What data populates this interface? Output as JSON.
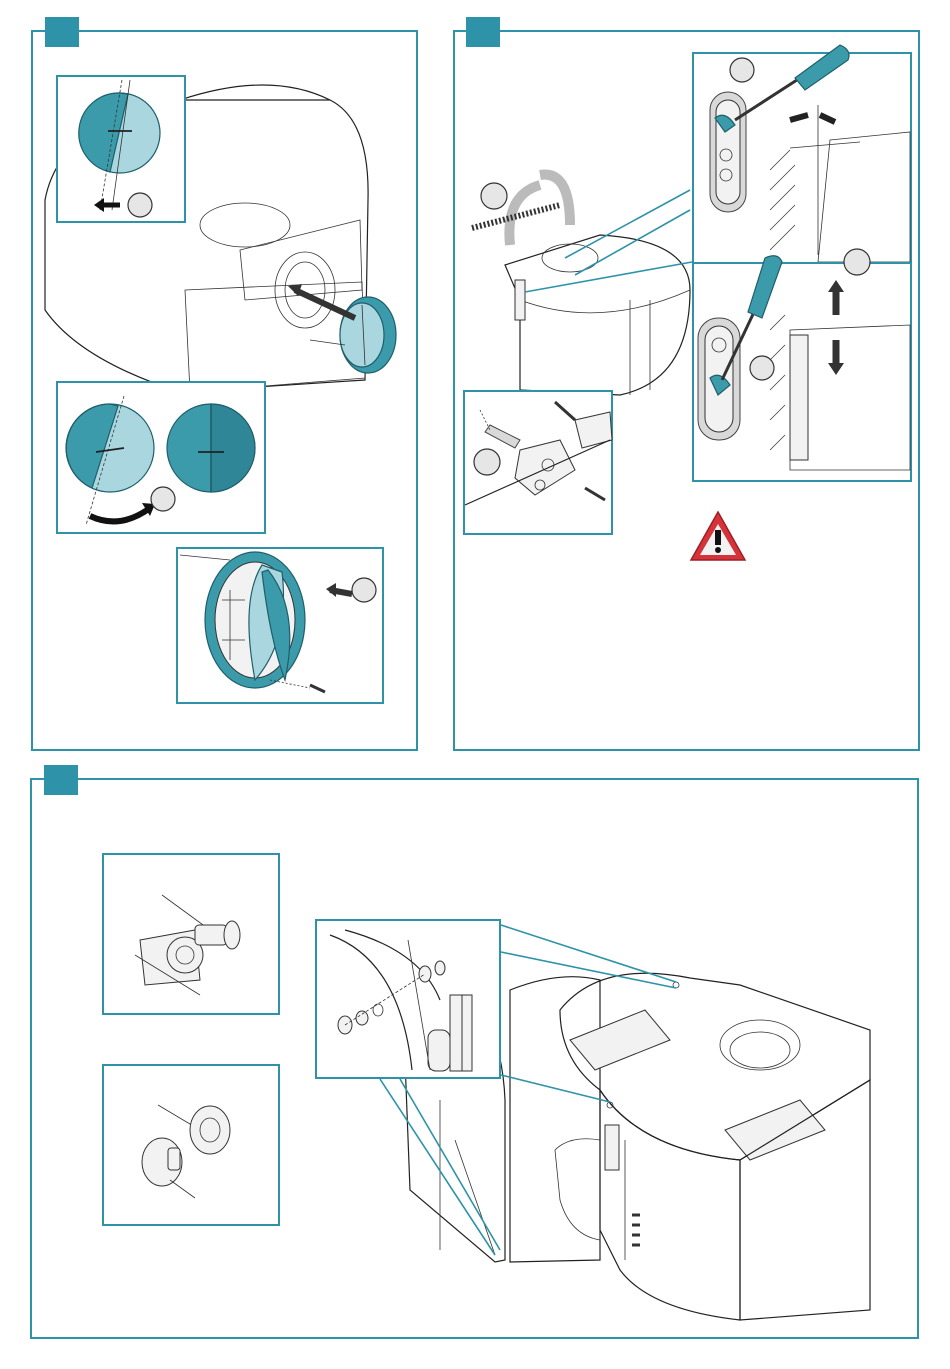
{
  "panels": [
    {
      "id": "step-a",
      "label": ""
    },
    {
      "id": "step-b",
      "label": ""
    },
    {
      "id": "step-c",
      "label": ""
    }
  ],
  "icons": {
    "warning": "warning-triangle-icon",
    "screwdriver": "screwdriver-icon",
    "drill": "drill-icon"
  },
  "colors": {
    "accent": "#2e93a8",
    "fill_teal": "#3c9bab",
    "fill_light_teal": "#a9d6df",
    "warning_red": "#d6323a"
  }
}
